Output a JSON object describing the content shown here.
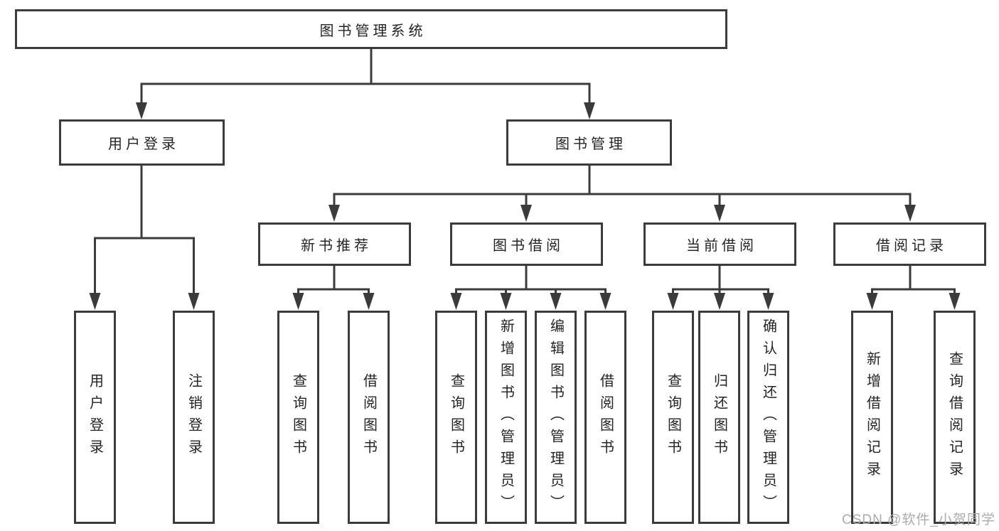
{
  "diagram": {
    "watermark": "CSDN @软件_小贺同学",
    "colors": {
      "line": "#3b3b3b",
      "box_border": "#3b3b3b",
      "box_background": "#ffffff",
      "text": "#242424",
      "watermark": "#ababb0",
      "page_background": "#ffffff"
    },
    "tree": {
      "label": "图书管理系统",
      "children": [
        {
          "label": "用户登录",
          "children": [
            {
              "label": "用户登录"
            },
            {
              "label": "注销登录"
            }
          ]
        },
        {
          "label": "图书管理",
          "children": [
            {
              "label": "新书推荐",
              "children": [
                {
                  "label": "查询图书"
                },
                {
                  "label": "借阅图书"
                }
              ]
            },
            {
              "label": "图书借阅",
              "children": [
                {
                  "label": "查询图书"
                },
                {
                  "label": "新增图书（管理员）"
                },
                {
                  "label": "编辑图书（管理员）"
                },
                {
                  "label": "借阅图书"
                }
              ]
            },
            {
              "label": "当前借阅",
              "children": [
                {
                  "label": "查询图书"
                },
                {
                  "label": "归还图书"
                },
                {
                  "label": "确认归还（管理员）"
                }
              ]
            },
            {
              "label": "借阅记录",
              "children": [
                {
                  "label": "新增借阅记录"
                },
                {
                  "label": "查询借阅记录"
                }
              ]
            }
          ]
        }
      ]
    }
  }
}
